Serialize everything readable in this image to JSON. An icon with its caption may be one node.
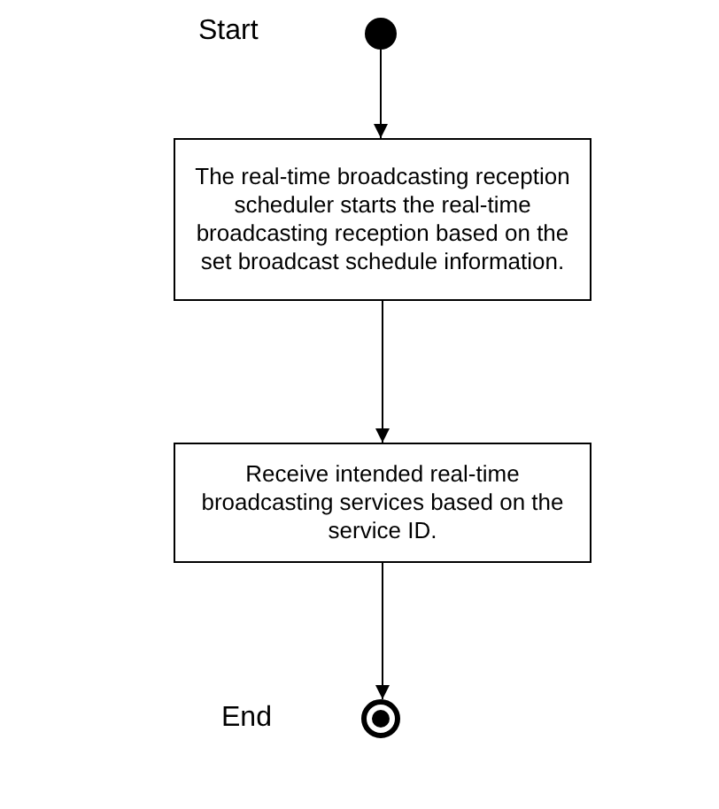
{
  "diagram": {
    "nodes": [
      {
        "text": [],
        "shape": "circle",
        "beside": [
          "Start"
        ]
      },
      {
        "text": [
          "The real-time broadcasting reception scheduler starts the real-time broadcasting reception based on the set broadcast schedule information."
        ]
      },
      {
        "text": [
          "Receive intended real-time broadcasting services based on the service ID."
        ]
      },
      {
        "text": [],
        "shape": "bullseye",
        "beside": [
          "End"
        ]
      }
    ],
    "edges": [
      {
        "from": 0,
        "to": 1,
        "arrow": "to"
      },
      {
        "from": 1,
        "to": 2,
        "arrow": "to"
      },
      {
        "from": 2,
        "to": 3,
        "arrow": "to"
      }
    ]
  }
}
